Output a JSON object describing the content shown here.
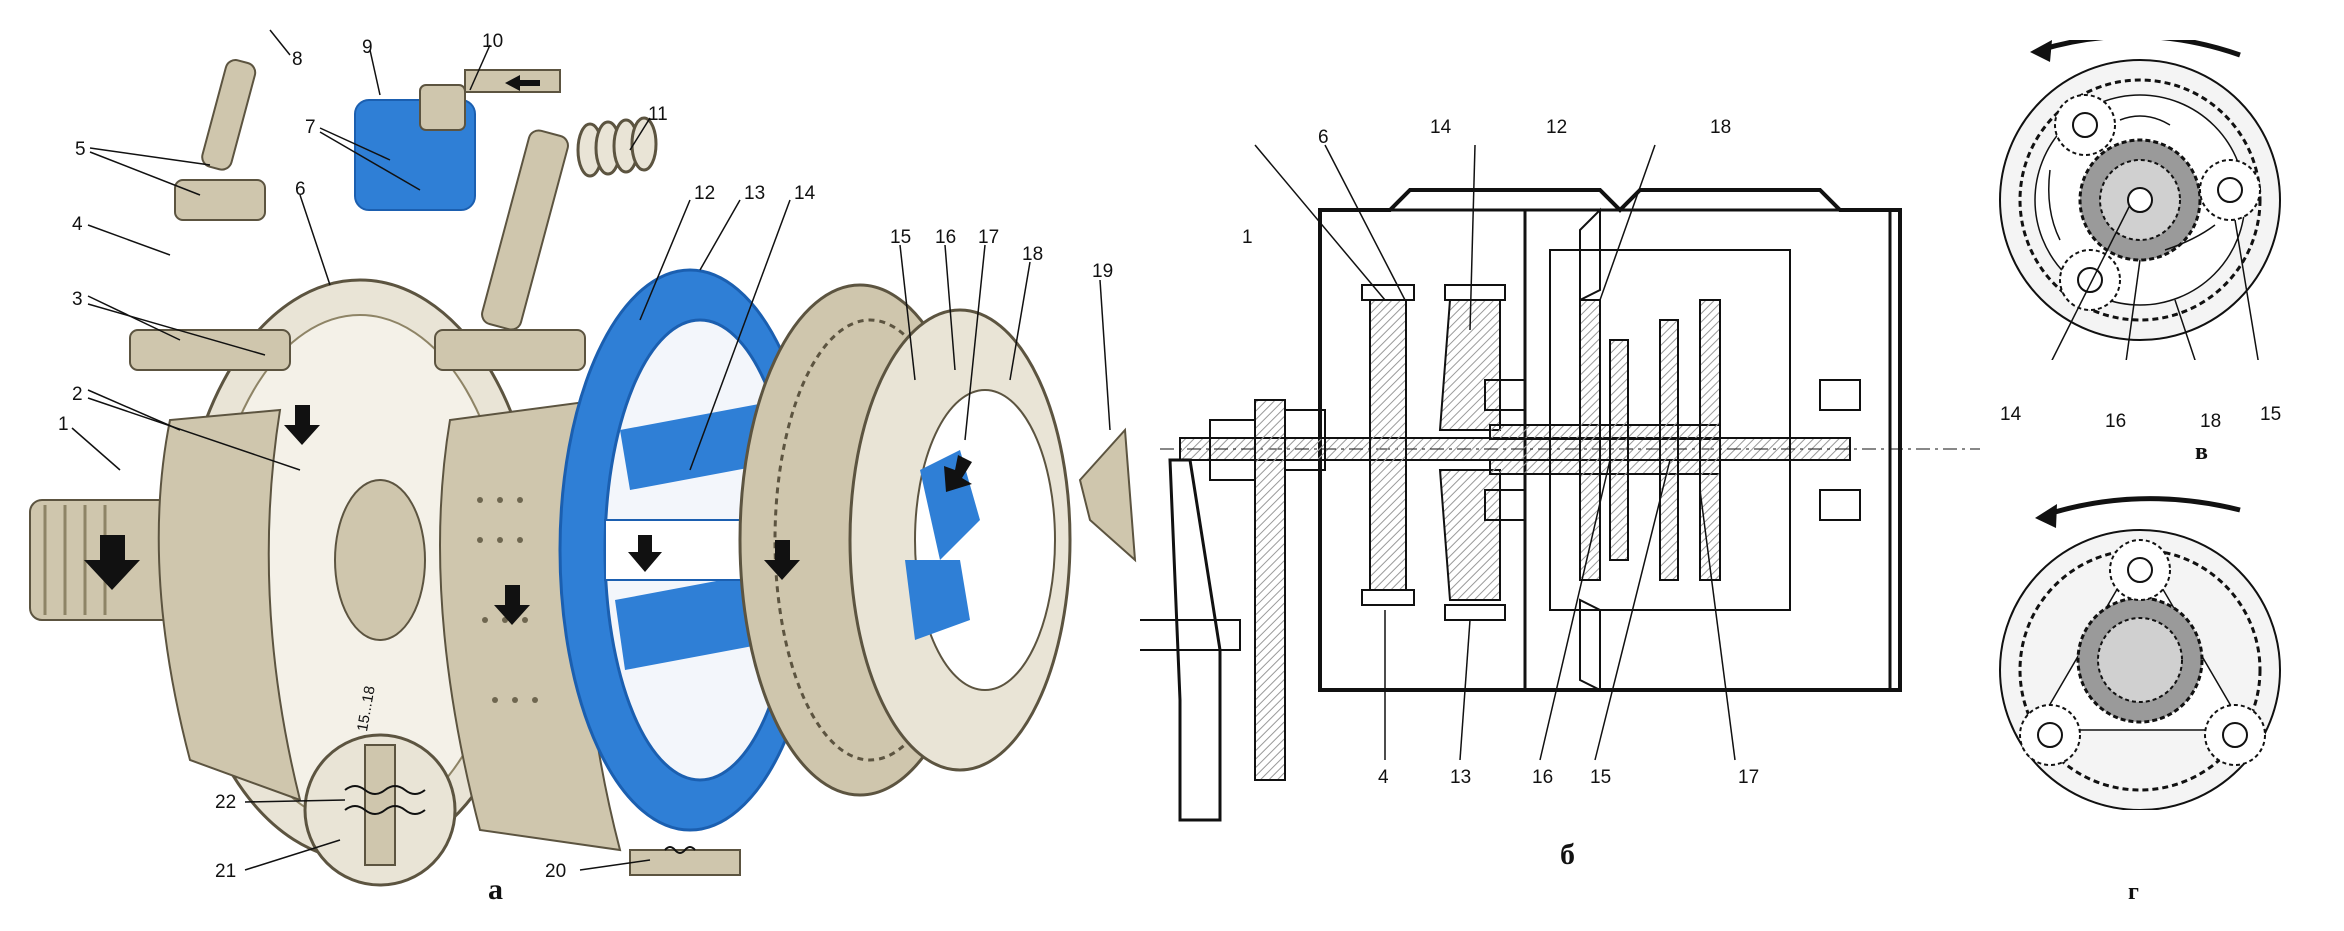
{
  "panels": {
    "a": {
      "caption": "а",
      "labels": [
        "1",
        "2",
        "3",
        "4",
        "5",
        "6",
        "7",
        "8",
        "9",
        "10",
        "11",
        "12",
        "13",
        "14",
        "15",
        "16",
        "17",
        "18",
        "19",
        "20",
        "21",
        "22"
      ],
      "inset_label": "15...18"
    },
    "b": {
      "caption": "б",
      "labels": [
        "1",
        "6",
        "14",
        "12",
        "18",
        "4",
        "13",
        "16",
        "15",
        "17"
      ]
    },
    "v": {
      "caption": "в",
      "labels": [
        "14",
        "16",
        "18",
        "15"
      ]
    },
    "g": {
      "caption": "г"
    }
  },
  "colors": {
    "metal": "#cfc6ad",
    "metal_dark": "#8e8466",
    "blue": "#2f7fd6",
    "blue_dark": "#1b5fb0",
    "line": "#111111",
    "hatch": "#9a9a9a"
  }
}
